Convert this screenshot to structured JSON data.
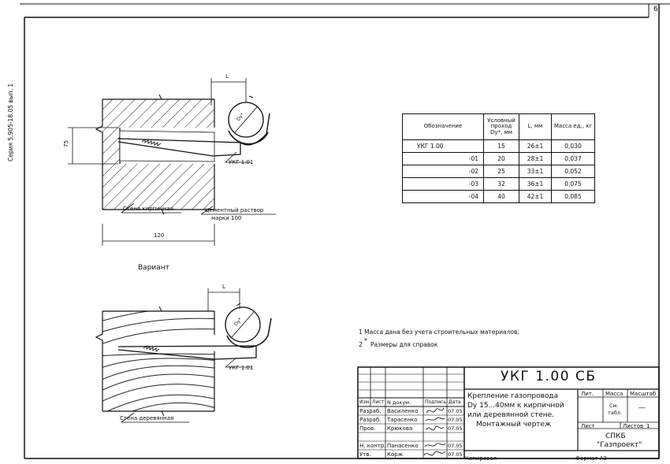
{
  "sheet_number": "6",
  "series_text": "Серия 5.905-18.05 вып. 1",
  "view1": {
    "dim_L": "L",
    "dim_75": "75",
    "dim_120": "120",
    "dim_dy": "Dy*",
    "label_ukg": "УКГ 1.01",
    "label_wall": "Стена кирпичная",
    "label_mortar_1": "Цементный раствор",
    "label_mortar_2": "марки 100"
  },
  "variant_title": "Вариант",
  "view2": {
    "dim_L": "L",
    "dim_dy": "Dy*",
    "label_ukg": "УКГ 1.01",
    "label_wall": "Стена деревянная"
  },
  "spec_table": {
    "headers": [
      "Обозначение",
      "Условный проход Dy*, мм",
      "L, мм",
      "Масса ед., кг"
    ],
    "rows": [
      [
        "УКГ 1.00",
        "15",
        "26±1",
        "0,030"
      ],
      [
        "-01",
        "20",
        "28±1",
        "0,037"
      ],
      [
        "-02",
        "25",
        "33±1",
        "0,052"
      ],
      [
        "-03",
        "32",
        "36±1",
        "0,075"
      ],
      [
        "-04",
        "40",
        "42±1",
        "0,085"
      ]
    ]
  },
  "notes": {
    "note1": "1 Масса дана без учета строительных материалов.",
    "note2_num": "2",
    "note2_star": "*",
    "note2_text": "Размеры для справок"
  },
  "title_block": {
    "doc_code": "УКГ 1.00 СБ",
    "description": [
      "Крепление газопровода",
      "Dy 15...40мм к кирпичной",
      "или деревянной стене.",
      "Монтажный чертеж"
    ],
    "col_headers": [
      "Изм.",
      "Лист",
      "N докум.",
      "Подпись",
      "Дата"
    ],
    "people": [
      {
        "role": "Разраб.",
        "name": "Василенко",
        "date": "07.05"
      },
      {
        "role": "Разраб.",
        "name": "Тарасенко",
        "date": "07.05"
      },
      {
        "role": "Пров.",
        "name": "Крюкова",
        "date": "07.05"
      },
      {
        "role": "",
        "name": "",
        "date": ""
      },
      {
        "role": "Н. контр.",
        "name": "Панасенко",
        "date": "07.05"
      },
      {
        "role": "Утв.",
        "name": "Корж",
        "date": "07.05"
      }
    ],
    "lit_label": "Лит.",
    "mass_label": "Масса",
    "scale_label": "Масштаб",
    "mass_value_1": "См.",
    "mass_value_2": "табл.",
    "scale_value": "—",
    "sheet_label": "Лист",
    "sheets_label": "Листов",
    "sheets_value": "1",
    "org_1": "СПКБ",
    "org_2": "\"Газпроект\"",
    "copied": "Копировал",
    "format": "Формат А3"
  }
}
